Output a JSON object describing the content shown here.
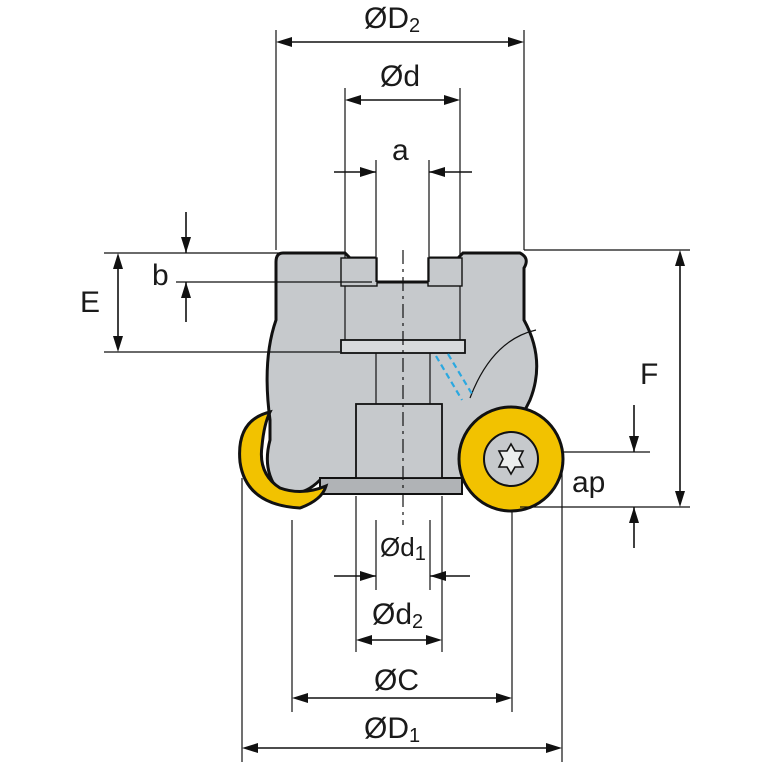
{
  "diagram": {
    "labels": {
      "D2": {
        "main": "ØD",
        "sub": "2"
      },
      "d": {
        "main": "Ød"
      },
      "a": {
        "main": "a"
      },
      "b": {
        "main": "b"
      },
      "E": {
        "main": "E"
      },
      "F": {
        "main": "F"
      },
      "ap": {
        "main": "ap"
      },
      "d1": {
        "main": "Ød",
        "sub": "1"
      },
      "d2": {
        "main": "Ød",
        "sub": "2"
      },
      "C": {
        "main": "ØC"
      },
      "D1": {
        "main": "ØD",
        "sub": "1"
      }
    },
    "colors": {
      "body": "#c6c9cc",
      "insert": "#f2c200",
      "coolant": "#2aa8e0",
      "line": "#111111"
    },
    "icons": {
      "insert_screw": "torx-screw-icon"
    }
  }
}
